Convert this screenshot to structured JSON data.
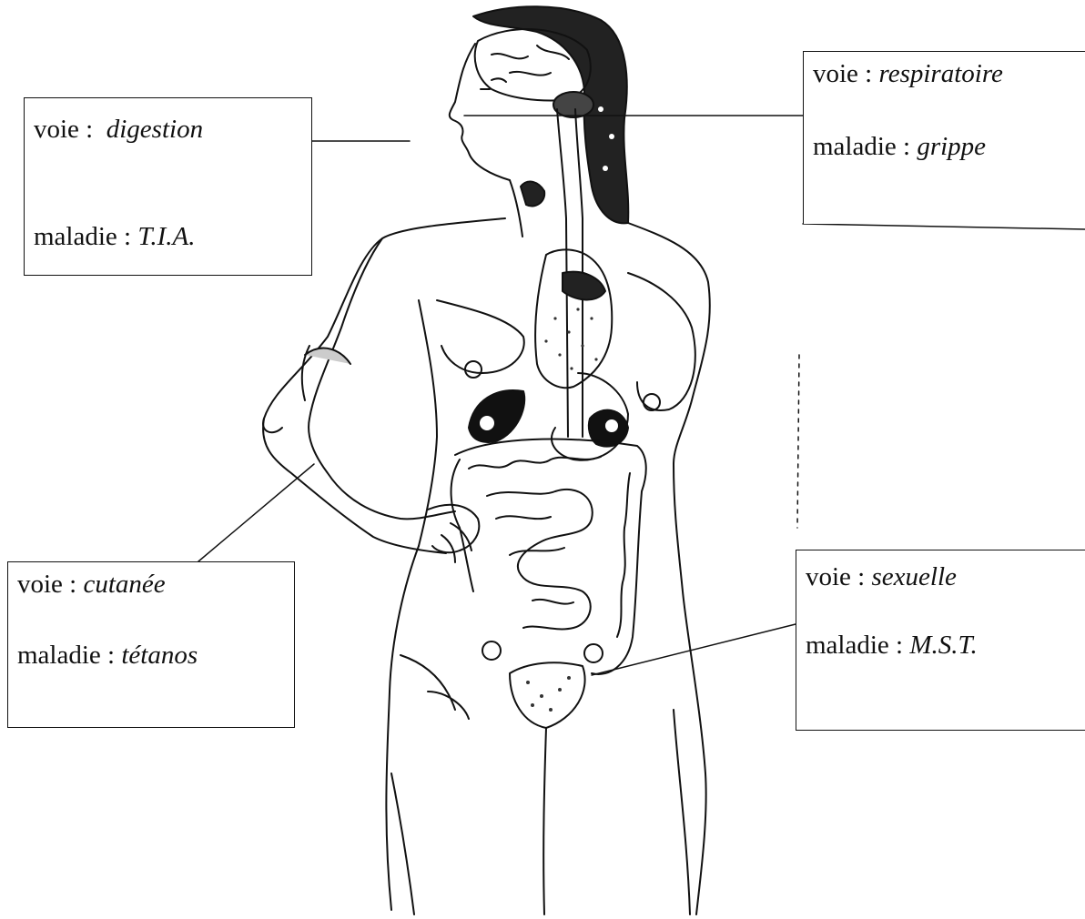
{
  "labels": [
    {
      "id": "digestion",
      "voie_label": "voie :",
      "voie_value": "digestion",
      "maladie_label": "maladie :",
      "maladie_value": "T.I.A."
    },
    {
      "id": "respiratoire",
      "voie_label": "voie :",
      "voie_value": "respiratoire",
      "maladie_label": "maladie :",
      "maladie_value": "grippe"
    },
    {
      "id": "cutanee",
      "voie_label": "voie :",
      "voie_value": "cutanée",
      "maladie_label": "maladie :",
      "maladie_value": "tétanos"
    },
    {
      "id": "sexuelle",
      "voie_label": "voie :",
      "voie_value": "sexuelle",
      "maladie_label": "maladie :",
      "maladie_value": "M.S.T."
    }
  ],
  "colors": {
    "ink": "#111111",
    "background": "#ffffff"
  }
}
